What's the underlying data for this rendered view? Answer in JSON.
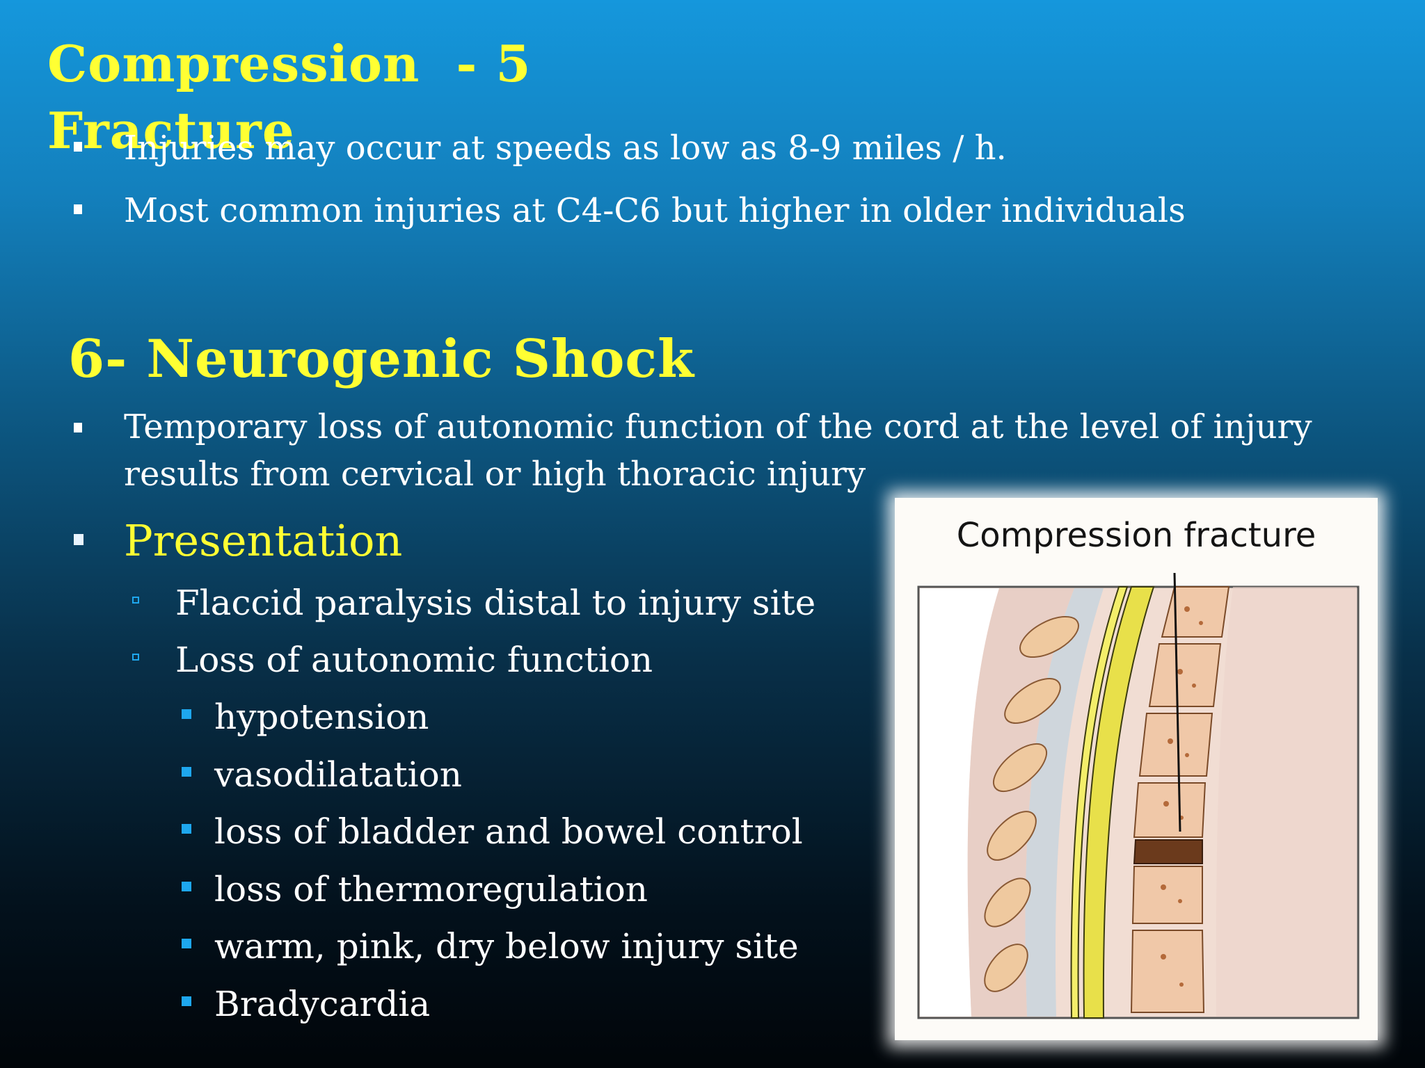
{
  "slide": {
    "title_line1": "Compression  - 5",
    "title_line2": "Fracture",
    "top_bullets": [
      "Injuries may occur at speeds as low as 8-9 miles / h.",
      "Most common injuries at C4-C6 but higher in older individuals"
    ],
    "section_heading": "6- Neurogenic Shock",
    "definition_bullet": "Temporary loss of autonomic function of the cord  at the level of injury results from cervical or high thoracic injury",
    "presentation_label": "Presentation",
    "presentation_items": [
      "Flaccid paralysis distal to injury site",
      "Loss of autonomic function"
    ],
    "autonomic_items": [
      "hypotension",
      "vasodilatation",
      "loss of bladder and bowel control",
      "loss of thermoregulation",
      "warm, pink, dry below injury site",
      "Bradycardia"
    ],
    "figure_caption": "Compression fracture"
  },
  "colors": {
    "title": "#ffff33",
    "text": "#ffffff",
    "sub_bullet": "#1ea7ee",
    "background_top": "#1597dc",
    "background_bottom": "#010509"
  }
}
